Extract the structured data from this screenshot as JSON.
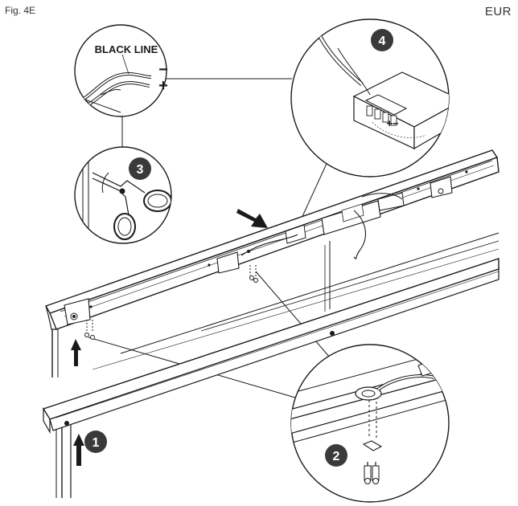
{
  "figure_label": "Fig. 4E",
  "region_label": "EUR",
  "callouts": {
    "wire_label": "BLACK LINE",
    "minus_sign": "−",
    "plus_sign": "+",
    "terminal_polarity": "+−"
  },
  "steps": [
    {
      "number": "1"
    },
    {
      "number": "2"
    },
    {
      "number": "3"
    },
    {
      "number": "4"
    }
  ],
  "colors": {
    "line": "#1a1a1a",
    "step_badge": "#3a3a3a",
    "step_text": "#ffffff",
    "background": "#ffffff"
  }
}
